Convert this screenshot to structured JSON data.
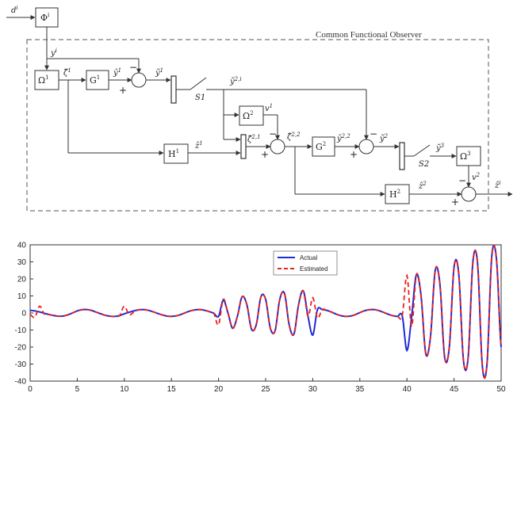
{
  "diagram": {
    "title": "Common Functional Observer",
    "inputs": {
      "d": "d",
      "d_sup": "i",
      "y": "y",
      "y_sup": "i"
    },
    "blocks": {
      "phi": {
        "base": "Φ",
        "sup": "i"
      },
      "omega1": {
        "base": "Ω",
        "sup": "1"
      },
      "g1": {
        "base": "G",
        "sup": "1"
      },
      "h1": {
        "base": "H",
        "sup": "1"
      },
      "omega2": {
        "base": "Ω",
        "sup": "2"
      },
      "g2": {
        "base": "G",
        "sup": "2"
      },
      "h2": {
        "base": "H",
        "sup": "2"
      },
      "omega3": {
        "base": "Ω",
        "sup": "3"
      }
    },
    "signals": {
      "zeta1": {
        "base": "ζ̂",
        "sup": "1"
      },
      "yhat1": {
        "base": "ŷ",
        "sup": "1"
      },
      "ytilde1": {
        "base": "ỹ",
        "sup": "1"
      },
      "z1": {
        "base": "ẑ",
        "sup": "1"
      },
      "y2i": {
        "base": "ỹ",
        "sup": "2,i"
      },
      "v1": {
        "base": "v",
        "sup": "1"
      },
      "zeta21": {
        "base": "ζ̂",
        "sup": "2,1"
      },
      "zeta22": {
        "base": "ζ̂",
        "sup": "2,2"
      },
      "yhat22": {
        "base": "ŷ",
        "sup": "2,2"
      },
      "ytilde2": {
        "base": "ỹ",
        "sup": "2"
      },
      "ytilde3": {
        "base": "ỹ",
        "sup": "3"
      },
      "v2": {
        "base": "v",
        "sup": "2"
      },
      "z2": {
        "base": "ẑ",
        "sup": "2"
      },
      "zi": {
        "base": "ẑ",
        "sup": "i"
      }
    },
    "switches": {
      "s1": "S1",
      "s2": "S2"
    },
    "signs": {
      "minus": "−",
      "plus": "+"
    }
  },
  "chart_data": {
    "type": "line",
    "xlim": [
      0,
      50
    ],
    "ylim": [
      -40,
      40
    ],
    "xticks": [
      "0",
      "5",
      "10",
      "15",
      "20",
      "25",
      "30",
      "35",
      "40",
      "45",
      "50"
    ],
    "yticks": [
      "40",
      "30",
      "20",
      "10",
      "0",
      "-10",
      "-20",
      "-30",
      "-40"
    ],
    "legend_position": "top-center",
    "series": [
      {
        "name": "Actual",
        "color": "#1f2bd6",
        "style": "solid",
        "x": [
          0,
          0.5,
          1,
          1.5,
          2,
          2.5,
          3,
          3.5,
          4,
          4.5,
          5,
          5.5,
          6,
          6.5,
          7,
          7.5,
          8,
          8.5,
          9,
          9.5,
          10,
          10.5,
          11,
          11.5,
          12,
          12.5,
          13,
          13.5,
          14,
          14.5,
          15,
          15.5,
          16,
          16.5,
          17,
          17.5,
          18,
          18.5,
          19,
          19.5,
          20,
          20.5,
          21,
          21.5,
          22,
          22.5,
          23,
          23.5,
          24,
          24.5,
          25,
          25.5,
          26,
          26.5,
          27,
          27.5,
          28,
          28.5,
          29,
          29.5,
          30,
          30.5,
          31,
          31.5,
          32,
          32.5,
          33,
          33.5,
          34,
          34.5,
          35,
          35.5,
          36,
          36.5,
          37,
          37.5,
          38,
          38.5,
          39,
          39.5,
          40,
          40.5,
          41,
          41.5,
          42,
          42.5,
          43,
          43.5,
          44,
          44.5,
          45,
          45.5,
          46,
          46.5,
          47,
          47.5,
          48,
          48.5,
          49,
          49.5,
          50
        ],
        "y": [
          1.5,
          1.2,
          0.6,
          -0.2,
          -0.9,
          -1.5,
          -1.9,
          -1.8,
          -1.1,
          0,
          1.2,
          1.9,
          2.0,
          1.5,
          0.5,
          -0.5,
          -1.4,
          -1.9,
          -2.0,
          -1.5,
          -0.5,
          0.4,
          1.2,
          1.8,
          2.0,
          1.6,
          0.8,
          -0.2,
          -1.1,
          -1.8,
          -2.0,
          -1.7,
          -0.9,
          0.2,
          1.2,
          1.8,
          2.0,
          1.6,
          0.8,
          -0.2,
          -2.0,
          7.5,
          0,
          -9.0,
          -2.0,
          9.5,
          5.0,
          -9.5,
          -7.0,
          9.5,
          8.0,
          -9.0,
          -10.5,
          8.0,
          11.5,
          -7.0,
          -12.5,
          5.0,
          13.0,
          -2.0,
          -13.0,
          2.0,
          2.0,
          1.5,
          0.5,
          -0.7,
          -1.6,
          -2.0,
          -1.8,
          -1.0,
          0.2,
          1.3,
          1.9,
          2.0,
          1.4,
          0.4,
          -0.7,
          -1.6,
          -2.0,
          -1.7,
          -22.0,
          -2.0,
          22.5,
          10.0,
          -24.0,
          -14.0,
          25.0,
          17.0,
          -26.0,
          -20.0,
          27.0,
          23.0,
          -28.0,
          -26.0,
          30.0,
          29.0,
          -31.0,
          -30.0,
          33.0,
          32.0,
          -20.0
        ]
      },
      {
        "name": "Estimated",
        "color": "#e8211c",
        "style": "dashed",
        "x": [
          0,
          0.5,
          1,
          1.5,
          2,
          2.5,
          3,
          3.5,
          4,
          4.5,
          5,
          5.5,
          6,
          6.5,
          7,
          7.5,
          8,
          8.5,
          9,
          9.5,
          10,
          10.5,
          11,
          11.5,
          12,
          12.5,
          13,
          13.5,
          14,
          14.5,
          15,
          15.5,
          16,
          16.5,
          17,
          17.5,
          18,
          18.5,
          19,
          19.5,
          20,
          20.5,
          21,
          21.5,
          22,
          22.5,
          23,
          23.5,
          24,
          24.5,
          25,
          25.5,
          26,
          26.5,
          27,
          27.5,
          28,
          28.5,
          29,
          29.5,
          30,
          30.5,
          31,
          31.5,
          32,
          32.5,
          33,
          33.5,
          34,
          34.5,
          35,
          35.5,
          36,
          36.5,
          37,
          37.5,
          38,
          38.5,
          39,
          39.5,
          40,
          40.5,
          41,
          41.5,
          42,
          42.5,
          43,
          43.5,
          44,
          44.5,
          45,
          45.5,
          46,
          46.5,
          47,
          47.5,
          48,
          48.5,
          49,
          49.5,
          50
        ],
        "y": [
          -1.0,
          -2.5,
          4.0,
          -0.5,
          -0.9,
          -1.5,
          -1.9,
          -1.8,
          -1.1,
          0,
          1.2,
          1.9,
          2.0,
          1.5,
          0.5,
          -0.5,
          -1.4,
          -1.9,
          -2.0,
          -1.5,
          4.0,
          -1.0,
          0.5,
          1.8,
          2.0,
          1.6,
          0.8,
          -0.2,
          -1.1,
          -1.8,
          -2.0,
          -1.7,
          -0.9,
          0.2,
          1.2,
          1.8,
          2.0,
          1.6,
          0.8,
          -0.2,
          -7.0,
          8.0,
          0,
          -9.0,
          -2.0,
          9.5,
          5.0,
          -9.5,
          -7.0,
          9.5,
          8.0,
          -9.0,
          -10.5,
          8.0,
          11.5,
          -7.0,
          -12.5,
          5.0,
          13.0,
          -2.0,
          9.0,
          -3.0,
          2.0,
          1.5,
          0.5,
          -0.7,
          -1.6,
          -2.0,
          -1.8,
          -1.0,
          0.2,
          1.3,
          1.9,
          2.0,
          1.4,
          0.4,
          -0.7,
          -1.6,
          -2.0,
          -1.7,
          22.0,
          -8.0,
          22.5,
          10.0,
          -24.0,
          -14.0,
          25.0,
          17.0,
          -26.0,
          -20.0,
          27.0,
          23.0,
          -28.0,
          -26.0,
          30.0,
          29.0,
          -31.0,
          -30.0,
          33.0,
          32.0,
          -20.0
        ]
      }
    ]
  }
}
